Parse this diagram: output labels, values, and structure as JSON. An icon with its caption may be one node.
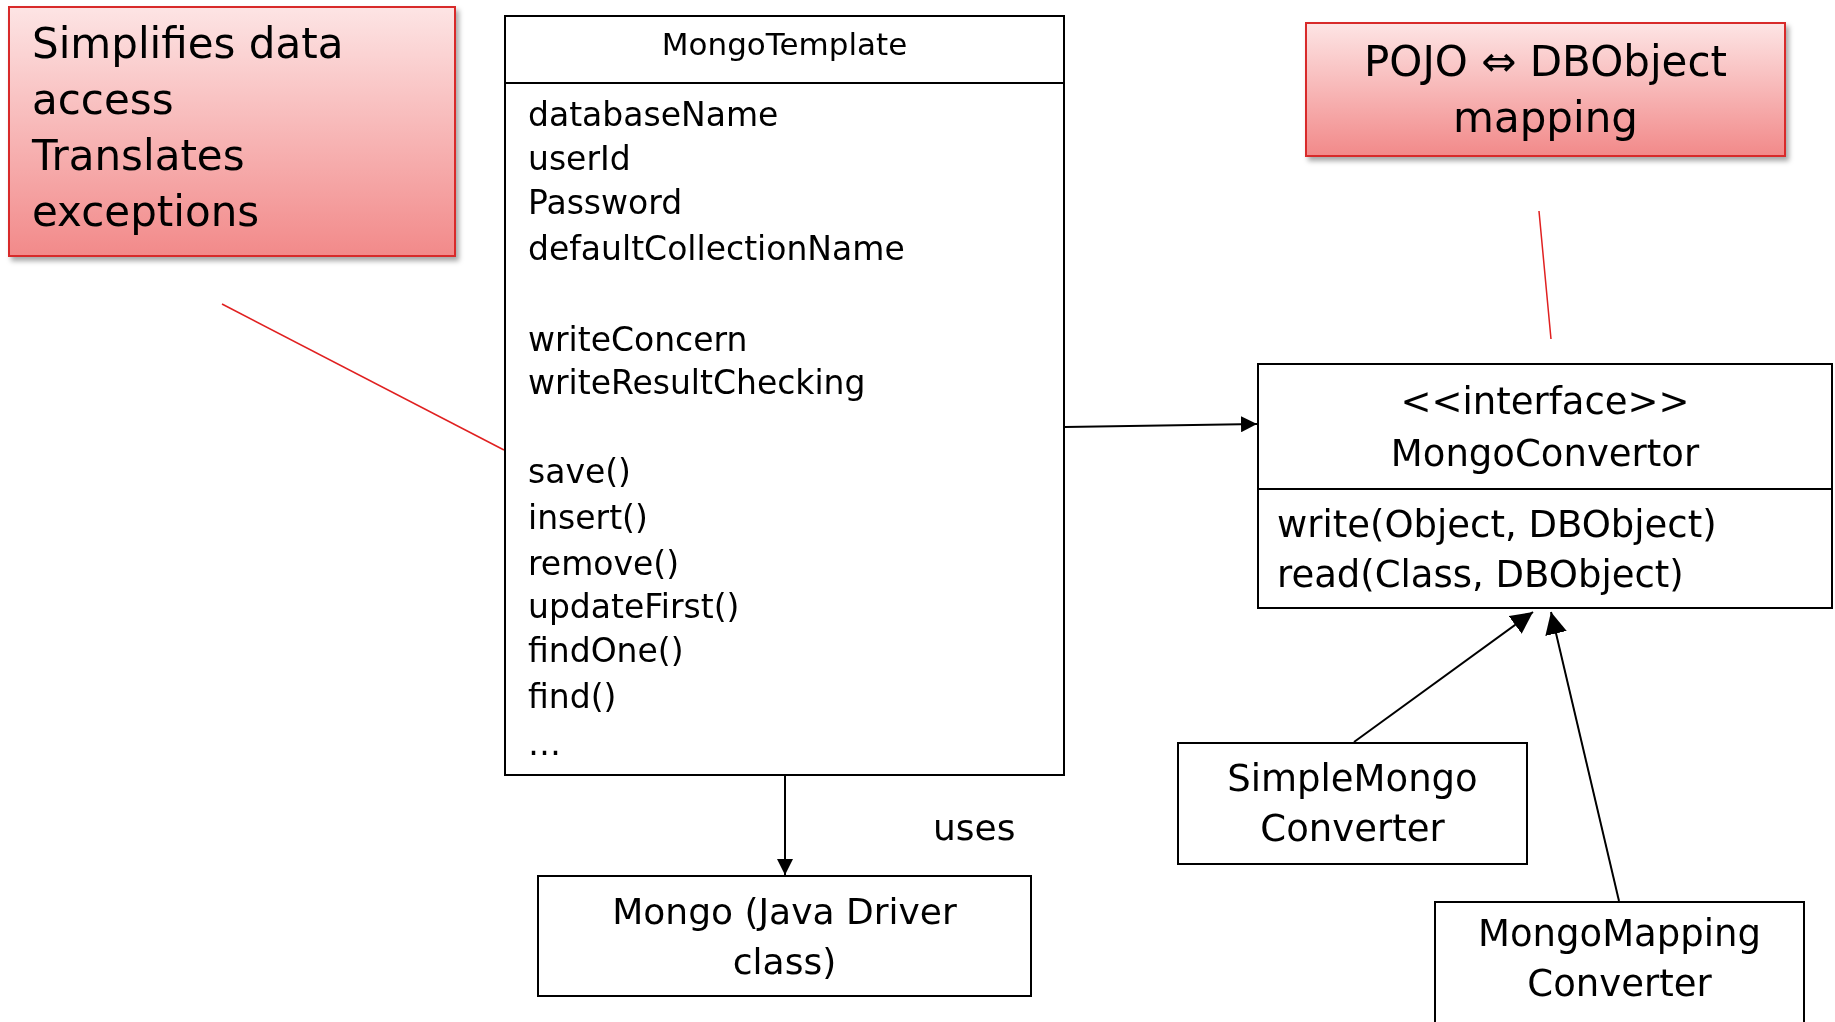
{
  "diagram": {
    "nodes": [
      {
        "text": [
          "Simplifies data access",
          "Translates exceptions"
        ]
      },
      {
        "text": [
          "MongoTemplate",
          "databaseName",
          "userId",
          "Password",
          "defaultCollectionName",
          "writeConcern",
          "writeResultChecking",
          "save()",
          "insert()",
          "remove()",
          "updateFirst()",
          "findOne()",
          "find()",
          "…"
        ]
      },
      {
        "text": [
          "POJO ⇔ DBObject mapping"
        ]
      },
      {
        "text": [
          "<<interface>>",
          "MongoConvertor",
          "write(Object, DBObject)",
          "read(Class, DBObject)"
        ]
      },
      {
        "text": [
          "Mongo (Java Driver class)"
        ]
      },
      {
        "text": [
          "SimpleMongo Converter"
        ]
      },
      {
        "text": [
          "MongoMapping Converter"
        ]
      }
    ],
    "edges": [
      {
        "from": 0,
        "to": 1,
        "arrow": "none",
        "color": "#e02020"
      },
      {
        "from": 2,
        "to": 3,
        "arrow": "none",
        "color": "#e02020"
      },
      {
        "from": 1,
        "to": 3,
        "arrow": "to"
      },
      {
        "from": 1,
        "to": 4,
        "arrow": "to",
        "label": "uses"
      },
      {
        "from": 5,
        "to": 3,
        "arrow": "to"
      },
      {
        "from": 6,
        "to": 3,
        "arrow": "to"
      }
    ]
  }
}
